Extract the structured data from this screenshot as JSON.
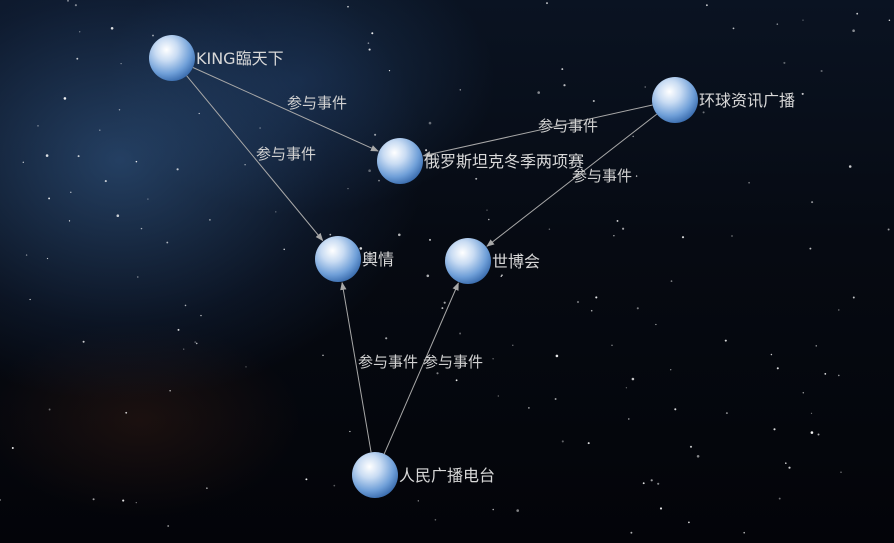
{
  "graph": {
    "nodes": [
      {
        "id": "king",
        "label": "KING臨天下"
      },
      {
        "id": "russia",
        "label": "俄罗斯坦克冬季两项赛"
      },
      {
        "id": "huanqiu",
        "label": "环球资讯广播"
      },
      {
        "id": "yuqing",
        "label": "輿情"
      },
      {
        "id": "expo",
        "label": "世博会"
      },
      {
        "id": "renmin",
        "label": "人民广播电台"
      }
    ],
    "edges": [
      {
        "source": "king",
        "target": "russia",
        "label": "参与事件"
      },
      {
        "source": "king",
        "target": "yuqing",
        "label": "参与事件"
      },
      {
        "source": "huanqiu",
        "target": "russia",
        "label": "参与事件"
      },
      {
        "source": "huanqiu",
        "target": "expo",
        "label": "参与事件"
      },
      {
        "source": "renmin",
        "target": "yuqing",
        "label": "参与事件"
      },
      {
        "source": "renmin",
        "target": "expo",
        "label": "参与事件"
      }
    ],
    "node_color": "#6f9fd8",
    "edge_color": "#a8a8a8"
  }
}
